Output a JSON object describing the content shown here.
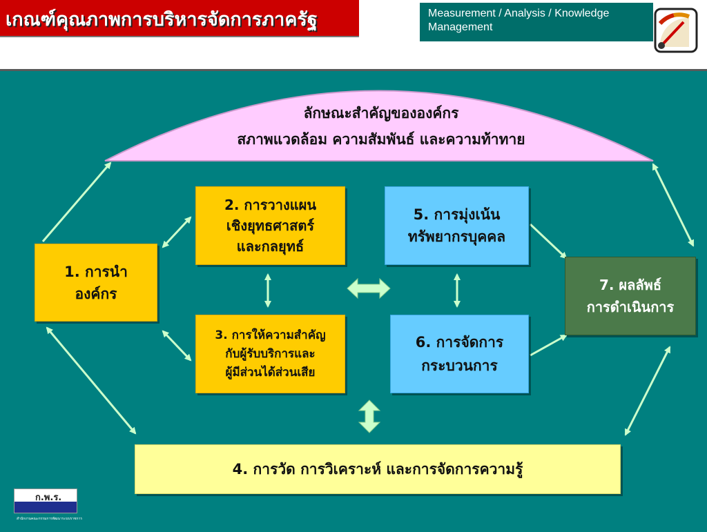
{
  "header": {
    "title": "เกณฑ์คุณภาพการบริหารจัดการภาครัฐ",
    "subtitle_line1": "Measurement / Analysis / Knowledge",
    "subtitle_line2": "Management"
  },
  "diagram": {
    "dome_line1": "ลักษณะสำคัญขององค์กร",
    "dome_line2": "สภาพแวดล้อม ความสัมพันธ์ และความท้าทาย",
    "box1": [
      "1. การนำ",
      "องค์กร"
    ],
    "box2": [
      "2. การวางแผน",
      "เชิงยุทธศาสตร์",
      "และกลยุทธ์"
    ],
    "box3": [
      "3. การให้ความสำคัญ",
      "กับผู้รับบริการและ",
      "ผู้มีส่วนได้ส่วนเสีย"
    ],
    "box4": "4. การวัด การวิเคราะห์ และการจัดการความรู้",
    "box5": [
      "5. การมุ่งเน้น",
      "ทรัพยากรบุคคล"
    ],
    "box6": [
      "6. การจัดการ",
      "กระบวนการ"
    ],
    "box7": [
      "7. ผลลัพธ์",
      "การดำเนินการ"
    ]
  },
  "logo": {
    "text": "ก.พ.ร.",
    "subtext": "สำนักงานคณะกรรมการพัฒนาระบบราชการ"
  },
  "colors": {
    "header_red": "#cc0000",
    "teal_panel": "#008080",
    "box_yellow": "#ffcc00",
    "box_blue": "#66ccff",
    "box_green": "#4b7a4a",
    "box_pale": "#ffff99",
    "dome_pink": "#ffccff",
    "arrow": "#ccffcc"
  }
}
